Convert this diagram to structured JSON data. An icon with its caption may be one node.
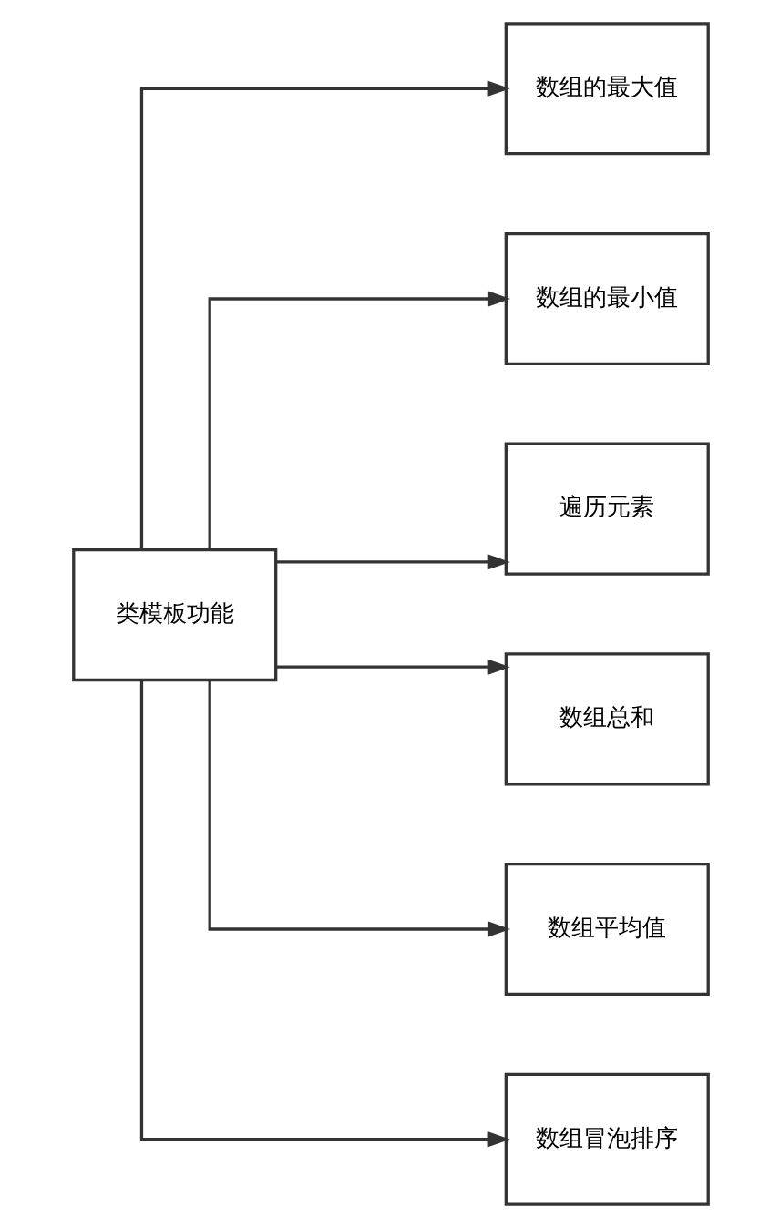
{
  "diagram": {
    "nodes": [
      {
        "text": [
          "类模板功能"
        ]
      },
      {
        "text": [
          "数组的最大值"
        ]
      },
      {
        "text": [
          "数组的最小值"
        ]
      },
      {
        "text": [
          "遍历元素"
        ]
      },
      {
        "text": [
          "数组总和"
        ]
      },
      {
        "text": [
          "数组平均值"
        ]
      },
      {
        "text": [
          "数组冒泡排序"
        ]
      }
    ],
    "edges": [
      {
        "from": 0,
        "to": 1,
        "arrow": "to"
      },
      {
        "from": 0,
        "to": 2,
        "arrow": "to"
      },
      {
        "from": 0,
        "to": 3,
        "arrow": "to"
      },
      {
        "from": 0,
        "to": 4,
        "arrow": "to"
      },
      {
        "from": 0,
        "to": 5,
        "arrow": "to"
      },
      {
        "from": 0,
        "to": 6,
        "arrow": "to"
      }
    ]
  }
}
